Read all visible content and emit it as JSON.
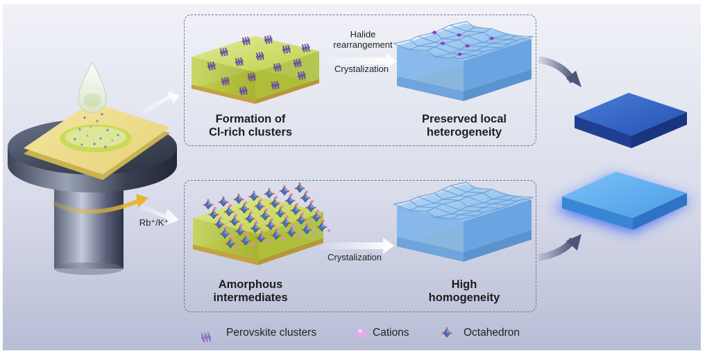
{
  "top_row": {
    "film_label": "Formation of\nCl-rich clusters",
    "step_label_1": "Halide",
    "step_label_2": "rearrangement",
    "step_label_3": "Crystalization",
    "result_label": "Preserved local\nheterogeneity"
  },
  "bottom_row": {
    "film_label": "Amorphous\nintermediates",
    "step_label": "Crystalization",
    "result_label": "High\nhomogeneity"
  },
  "additive_label": "Rb⁺/K⁺",
  "legend": [
    {
      "label": "Perovskite clusters",
      "icon": "perovskite-cluster-icon"
    },
    {
      "label": "Cations",
      "icon": "cation-icon"
    },
    {
      "label": "Octahedron",
      "icon": "octahedron-icon"
    }
  ],
  "colors": {
    "background_top": "#eef0f7",
    "background_bottom": "#b9bed6",
    "intermediate_film": "#c6d94a",
    "substrate": "#d9c25a",
    "crystal_tile": "#8fc0ec",
    "dark_film": "#2f5fc4",
    "glowing_film": "#58a8f0",
    "glow": "#2f5bff",
    "cluster": "#8a63c8",
    "cation": "#d98ad9"
  }
}
